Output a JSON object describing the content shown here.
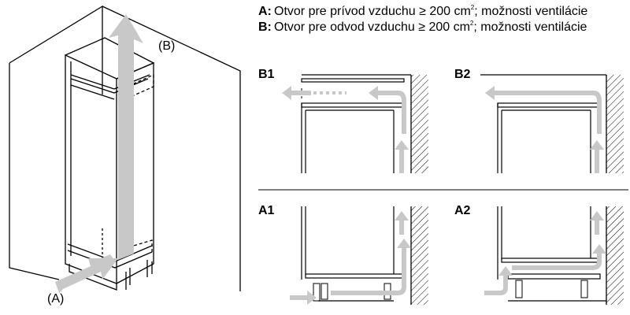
{
  "legend": {
    "a": {
      "key": "A:",
      "text_before": "Otvor pre prívod vzduchu ≥ 200 cm",
      "superscript": "2",
      "text_after": "; možnosti ventilácie"
    },
    "b": {
      "key": "B:",
      "text_before": "Otvor pre odvod vzduchu ≥ 200 cm",
      "superscript": "2",
      "text_after": "; možnosti ventilácie"
    }
  },
  "cabinet": {
    "label_a": "(A)",
    "label_b": "(B)"
  },
  "panels": {
    "b1": "B1",
    "b2": "B2",
    "a1": "A1",
    "a2": "A2"
  },
  "colors": {
    "airflow_arrow": "#c8c8c8",
    "line": "#000000",
    "hatch": "#000000"
  }
}
